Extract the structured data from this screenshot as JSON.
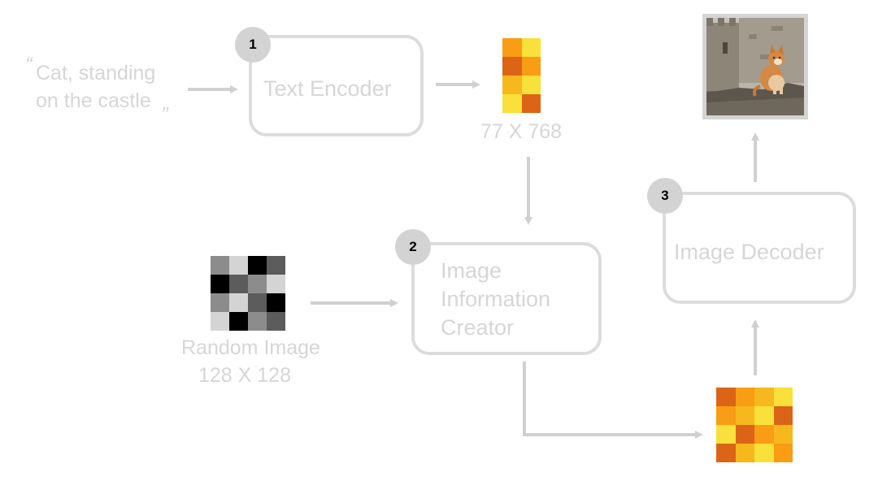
{
  "prompt": {
    "open_quote": "“",
    "line1": "Cat, standing",
    "line2": "on the castle",
    "close_quote": "”"
  },
  "steps": [
    {
      "number": "1",
      "label": "Text Encoder"
    },
    {
      "number": "2",
      "label": "Image\nInformation\nCreator"
    },
    {
      "number": "3",
      "label": "Image Decoder"
    }
  ],
  "text_embedding": {
    "label": "77 X 768",
    "colors": [
      "#f89d14",
      "#f9e03a",
      "#dc6416",
      "#f89d14",
      "#f6b81c",
      "#f9e03a",
      "#f9e03a",
      "#dc6416"
    ]
  },
  "random_image": {
    "label_line1": "Random Image",
    "label_line2": "128 X 128",
    "colors": [
      "#8c8c8c",
      "#d4d4d4",
      "#000000",
      "#5c5c5c",
      "#000000",
      "#5c5c5c",
      "#8c8c8c",
      "#d4d4d4",
      "#8c8c8c",
      "#d4d4d4",
      "#5c5c5c",
      "#000000",
      "#d4d4d4",
      "#000000",
      "#8c8c8c",
      "#5c5c5c"
    ]
  },
  "latent": {
    "colors": [
      "#dc6416",
      "#f89d14",
      "#f6b81c",
      "#f9e03a",
      "#f89d14",
      "#f6b81c",
      "#f9e03a",
      "#dc6416",
      "#f9e03a",
      "#dc6416",
      "#f89d14",
      "#f6b81c",
      "#dc6416",
      "#f6b81c",
      "#f9e03a",
      "#f89d14"
    ]
  },
  "output_image": {
    "icon": "cat-on-castle-photo"
  },
  "colors": {
    "muted_text": "#d6d6d6",
    "box_border": "#dcdcdc",
    "badge_fill": "#d3d3d3",
    "arrow": "#d0d0d0"
  }
}
